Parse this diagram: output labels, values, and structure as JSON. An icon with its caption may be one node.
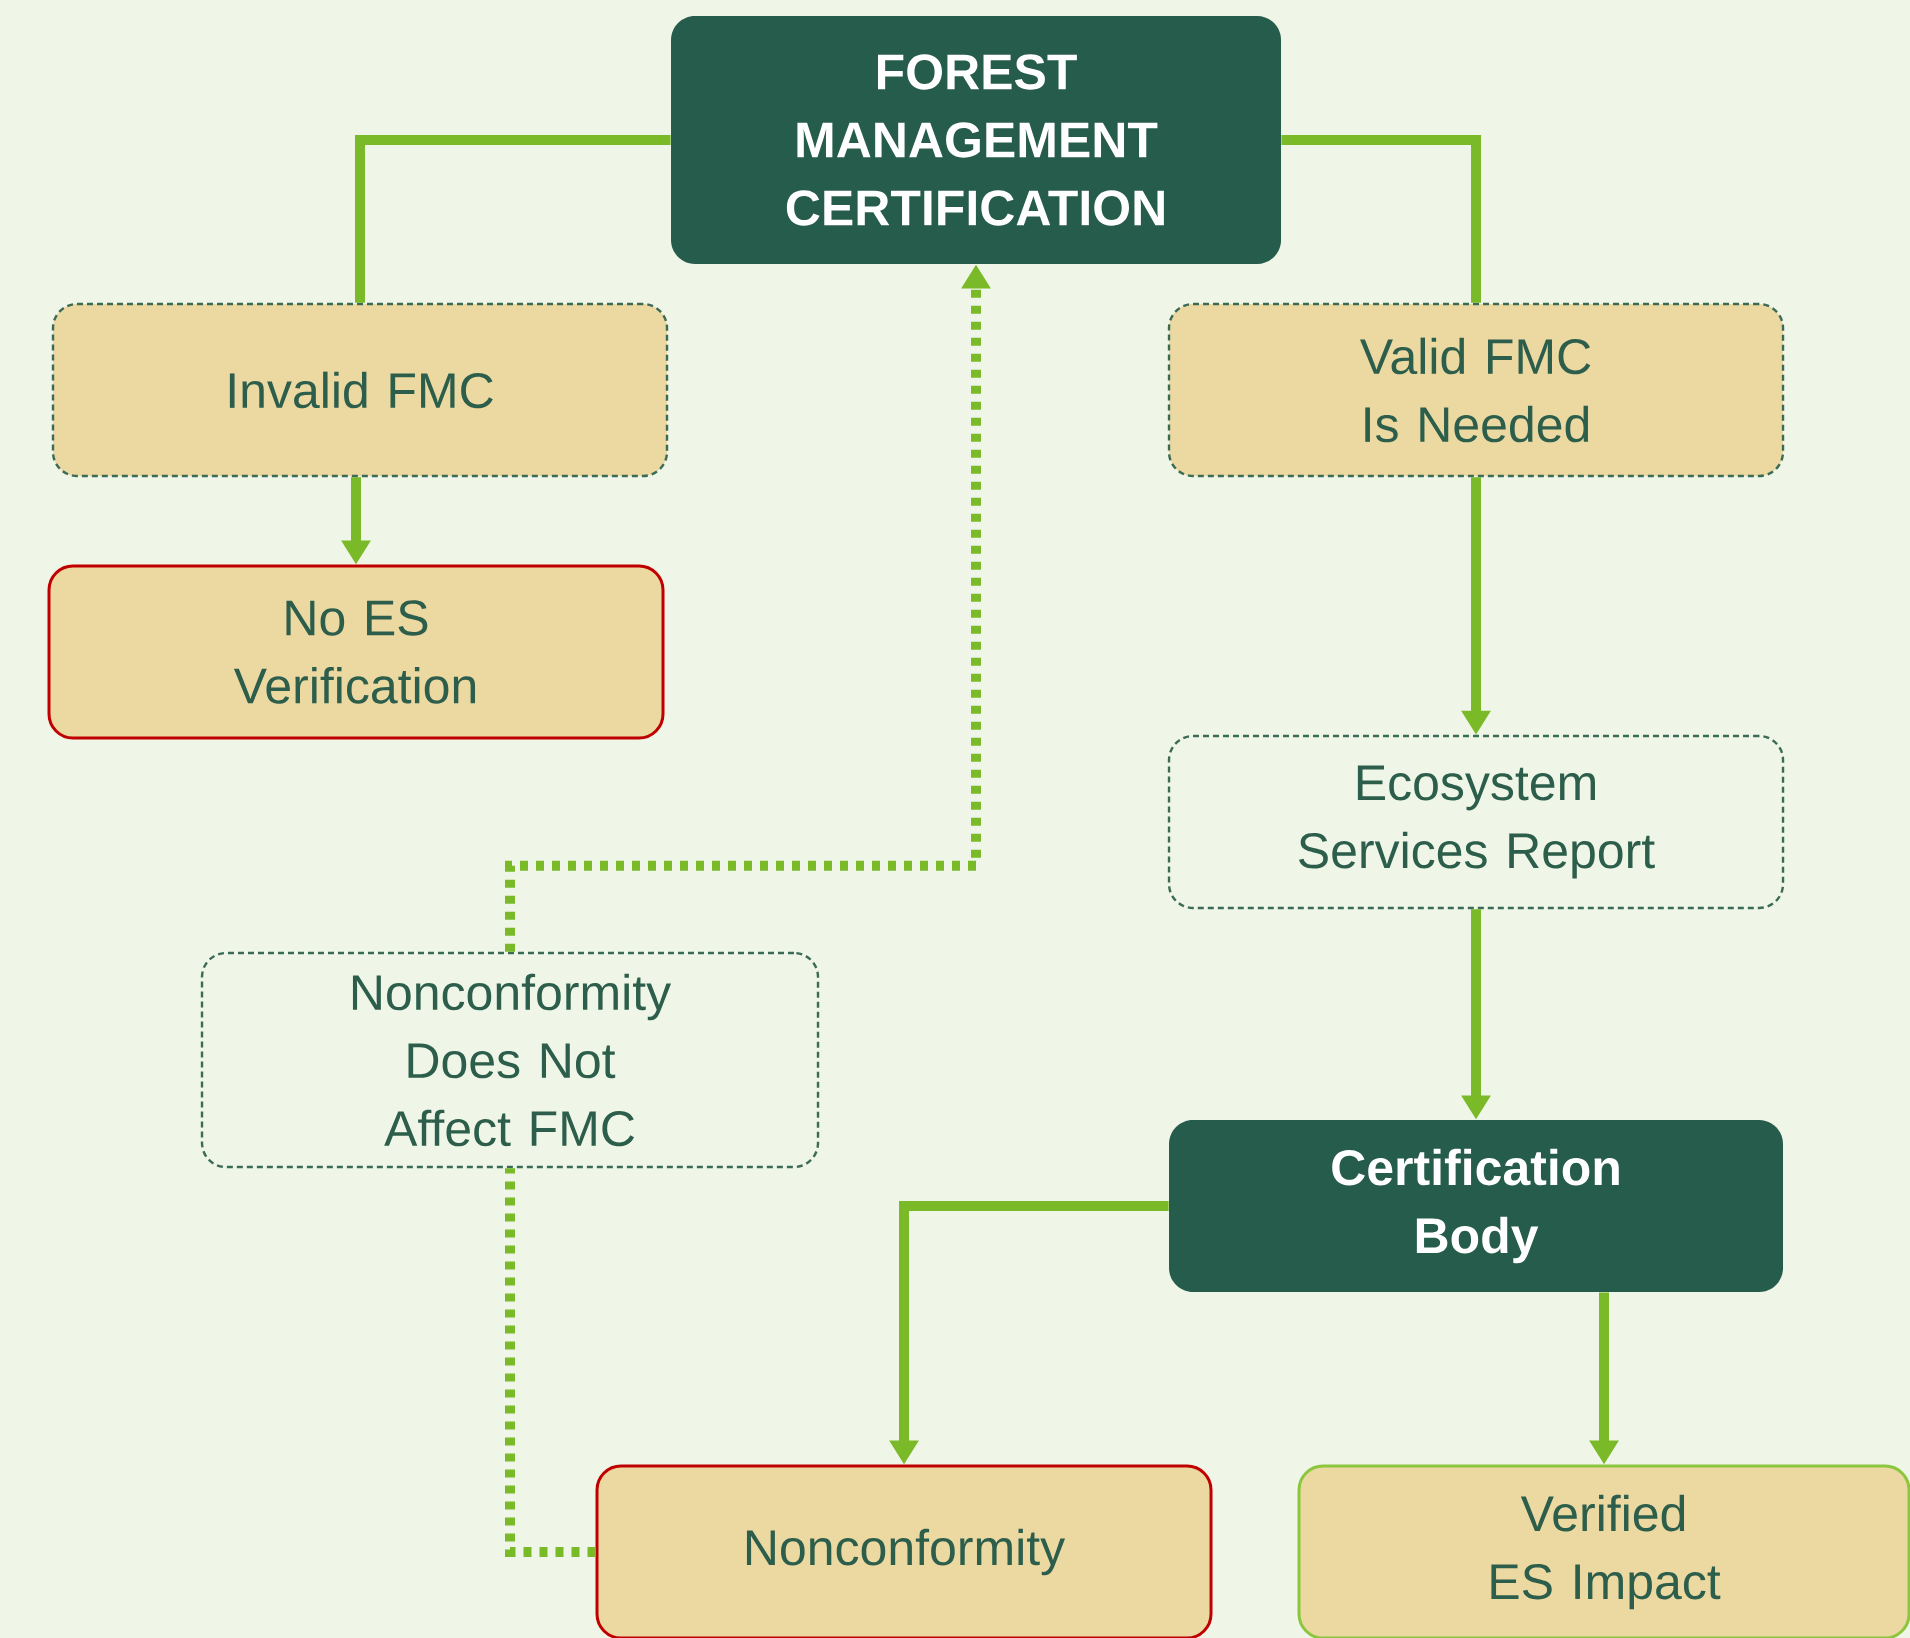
{
  "diagram": {
    "nodes": [
      {
        "text": [
          "FOREST MANAGEMENT CERTIFICATION"
        ]
      },
      {
        "text": [
          "Invalid FMC"
        ]
      },
      {
        "text": [
          "No ES Verification"
        ]
      },
      {
        "text": [
          "Valid FMC Is Needed"
        ]
      },
      {
        "text": [
          "Ecosystem Services Report"
        ]
      },
      {
        "text": [
          "Nonconformity Does Not Affect FMC"
        ]
      },
      {
        "text": [
          "Certification Body"
        ]
      },
      {
        "text": [
          "Nonconformity"
        ]
      },
      {
        "text": [
          "Verified ES Impact"
        ]
      }
    ],
    "edges": [
      {
        "from": 0,
        "to": 1,
        "arrow": "none"
      },
      {
        "from": 1,
        "to": 2,
        "arrow": "to"
      },
      {
        "from": 0,
        "to": 3,
        "arrow": "none"
      },
      {
        "from": 3,
        "to": 4,
        "arrow": "to"
      },
      {
        "from": 4,
        "to": 6,
        "arrow": "to"
      },
      {
        "from": 6,
        "to": 7,
        "arrow": "to"
      },
      {
        "from": 6,
        "to": 8,
        "arrow": "to"
      },
      {
        "from": 7,
        "to": 5,
        "arrow": "none",
        "style": "dashed"
      },
      {
        "from": 5,
        "to": 0,
        "arrow": "to",
        "style": "dashed"
      }
    ]
  }
}
